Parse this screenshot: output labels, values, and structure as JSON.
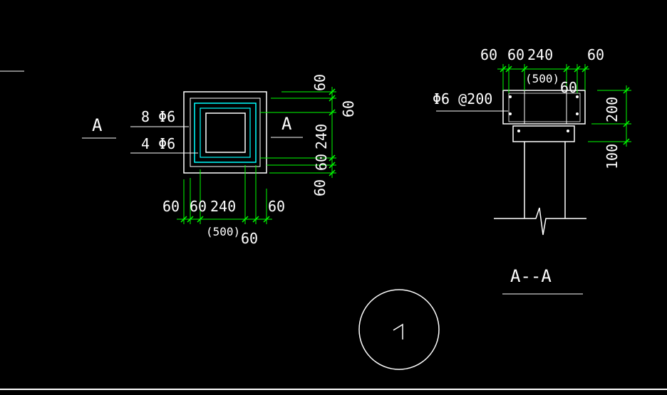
{
  "colors": {
    "background": "#000000",
    "outline": "#ffffff",
    "dimension": "#00ff00",
    "rebar": "#00ffff"
  },
  "plan": {
    "section_mark_left": "A",
    "section_mark_right": "A",
    "rebar_note_top": "8 Φ6",
    "rebar_note_bottom": "4 Φ6",
    "dim_bottom": [
      "60",
      "60",
      "240",
      "60"
    ],
    "dim_bottom_total": "(500)",
    "dim_bottom_extra": "60",
    "dim_right": [
      "60",
      "60",
      "240",
      "60",
      "60"
    ]
  },
  "section": {
    "dim_top": [
      "60",
      "60",
      "240",
      "60"
    ],
    "dim_top_total": "(500)",
    "dim_top_extra": "60",
    "stirrup_note": "Φ6 @200",
    "dim_right": [
      "200",
      "100"
    ],
    "title": "A--A"
  },
  "north_symbol": {
    "glyph": "↑",
    "icon": "north-arrow-icon"
  }
}
